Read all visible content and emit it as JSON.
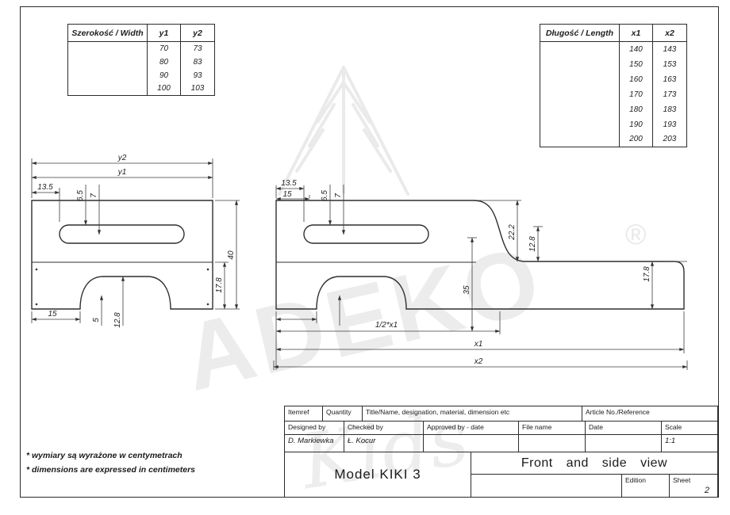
{
  "tables": {
    "width": {
      "title": "Szerokość / Width",
      "col1": "y1",
      "col2": "y2",
      "rows": [
        [
          "70",
          "73"
        ],
        [
          "80",
          "83"
        ],
        [
          "90",
          "93"
        ],
        [
          "100",
          "103"
        ]
      ]
    },
    "length": {
      "title": "Długość / Length",
      "col1": "x1",
      "col2": "x2",
      "rows": [
        [
          "140",
          "143"
        ],
        [
          "150",
          "153"
        ],
        [
          "160",
          "163"
        ],
        [
          "170",
          "173"
        ],
        [
          "180",
          "183"
        ],
        [
          "190",
          "193"
        ],
        [
          "200",
          "203"
        ]
      ]
    }
  },
  "front_view": {
    "dims": {
      "y2": "y2",
      "y1": "y1",
      "d13_5": "13.5",
      "d6_5": "6.5",
      "d7": "7",
      "d40": "40",
      "d17_8": "17.8",
      "d15": "15",
      "d5": "5",
      "d12_8": "12.8"
    }
  },
  "side_view": {
    "dims": {
      "d13_5": "13.5",
      "d15": "15",
      "d6_5": "6.5",
      "d7": "7",
      "d22_2": "22.2",
      "d12_8": "12.8",
      "d35": "35",
      "d17_8": "17.8",
      "half_x1": "1/2*x1",
      "x1": "x1",
      "x2": "x2"
    }
  },
  "watermark": {
    "brand": "ADEKO",
    "sub": "Kids",
    "reg": "®"
  },
  "notes": {
    "line1": "* wymiary są wyrażone w centymetrach",
    "line2": "* dimensions are expressed in centimeters"
  },
  "title_block": {
    "itemref": "Itemref",
    "quantity": "Quantity",
    "title_name": "Title/Name, designation, material, dimension etc",
    "article": "Article No./Reference",
    "designed_by": "Designed by",
    "checked_by": "Checked by",
    "approved_by": "Approved by - date",
    "file_name": "File name",
    "date": "Date",
    "scale": "Scale",
    "designer": "D. Markiewka",
    "checker": "Ł. Kocur",
    "scale_value": "1:1",
    "model": "Model KIKI 3",
    "view_title": "Front and side view",
    "edition": "Edition",
    "sheet": "Sheet",
    "sheet_number": "2"
  }
}
